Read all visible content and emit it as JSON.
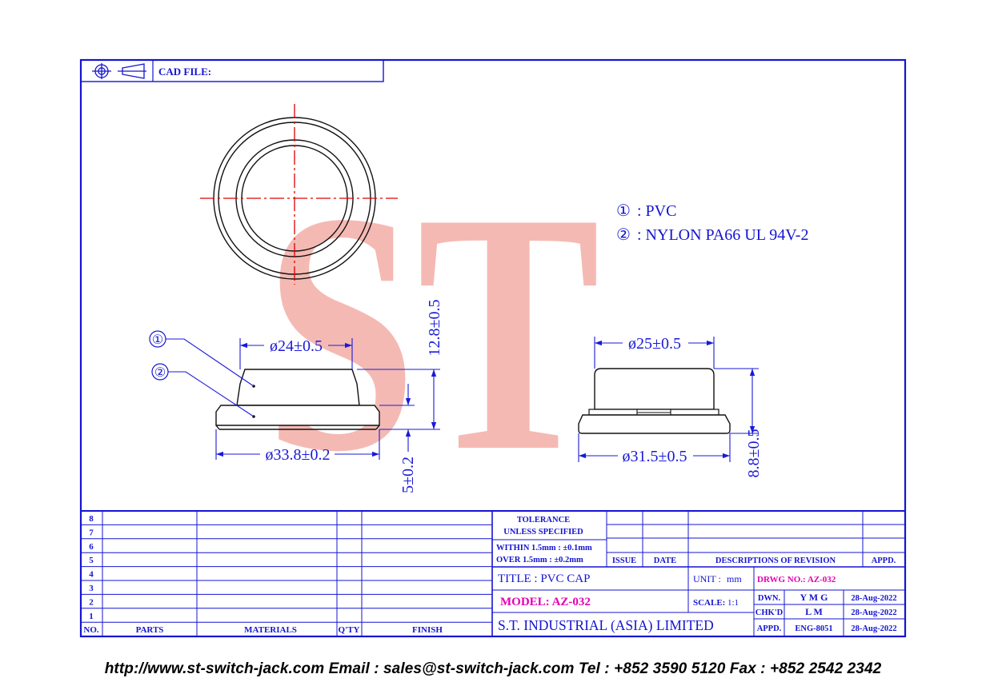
{
  "colors": {
    "border": "#1414d2",
    "dimension": "#1a1ad8",
    "centerline": "#e00000",
    "magenta": "#e400b4",
    "watermark": "#f2a8a0",
    "footer": "#000000"
  },
  "header": {
    "cad_file_label": "CAD FILE:",
    "projection_icon": "third-angle-projection-icon"
  },
  "watermark": {
    "text": "ST"
  },
  "materials_note": [
    {
      "num": "①",
      "text": ": PVC"
    },
    {
      "num": "②",
      "text": ": NYLON PA66 UL 94V-2"
    }
  ],
  "part_labels": [
    "①",
    "②"
  ],
  "dimensions": {
    "left_top_dia": "ø24±0.5",
    "left_bottom_dia": "ø33.8±0.2",
    "left_height": "12.8±0.5",
    "left_base": "5±0.2",
    "right_top_dia": "ø25±0.5",
    "right_bottom_dia": "ø31.5±0.5",
    "right_height": "8.8±0.5"
  },
  "parts_table": {
    "rows": [
      "8",
      "7",
      "6",
      "5",
      "4",
      "3",
      "2",
      "1"
    ],
    "headers": {
      "no": "NO.",
      "parts": "PARTS",
      "materials": "MATERIALS",
      "qty": "Q'TY",
      "finish": "FINISH"
    }
  },
  "tolerance": {
    "title": "TOLERANCE",
    "subtitle": "UNLESS   SPECIFIED",
    "within": "WITHIN  1.5mm : ±0.1mm",
    "over": "OVER    1.5mm : ±0.2mm"
  },
  "revision": {
    "issue": "ISSUE",
    "date": "DATE",
    "descriptions": "DESCRIPTIONS  OF  REVISION",
    "appd": "APPD."
  },
  "title_block": {
    "title": "TITLE : PVC  CAP",
    "unit_label": "UNIT :",
    "unit_value": "mm",
    "drwg_no": "DRWG NO.: AZ-032",
    "model": "MODEL:  AZ-032",
    "scale_label": "SCALE:",
    "scale_value": "1:1",
    "company": "S.T.  INDUSTRIAL  (ASIA)  LIMITED",
    "dwn_label": "DWN.",
    "dwn_value": "Y M G",
    "dwn_date": "28-Aug-2022",
    "chkd_label": "CHK'D",
    "chkd_value": "L M",
    "chkd_date": "28-Aug-2022",
    "appd_label": "APPD.",
    "appd_value": "ENG-8051",
    "appd_date": "28-Aug-2022"
  },
  "footer": {
    "text": "http://www.st-switch-jack.com  Email : sales@st-switch-jack.com  Tel : +852 3590 5120  Fax : +852 2542 2342"
  }
}
